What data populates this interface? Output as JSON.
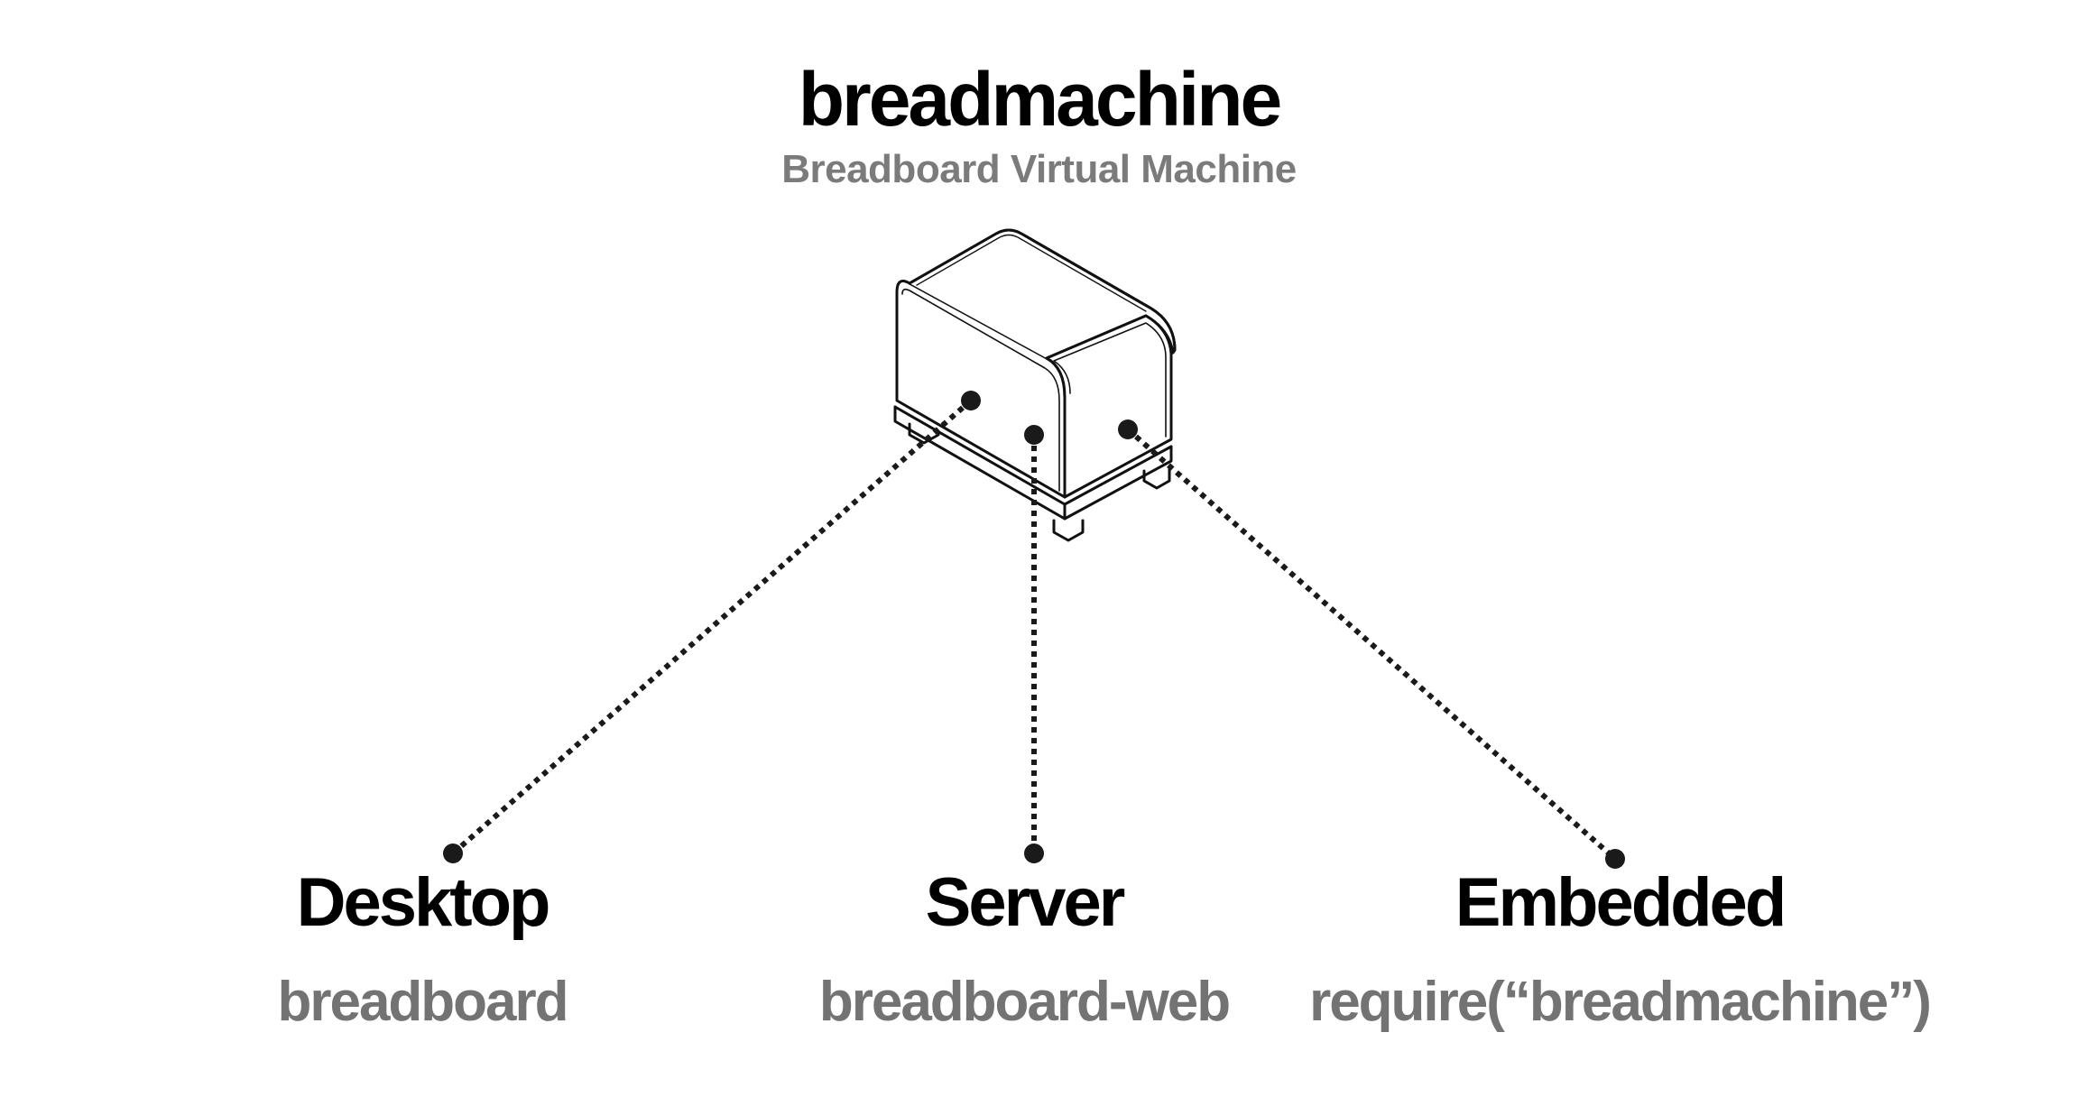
{
  "header": {
    "title": "breadmachine",
    "subtitle": "Breadboard Virtual Machine"
  },
  "targets": [
    {
      "name": "Desktop",
      "detail": "breadboard"
    },
    {
      "name": "Server",
      "detail": "breadboard-web"
    },
    {
      "name": "Embedded",
      "detail": "require(“breadmachine”)"
    }
  ],
  "colors": {
    "title": "#000000",
    "subtitle": "#7b7b7b",
    "connector": "#1a1a1a"
  },
  "icons": {
    "machine": "bread-machine-icon"
  }
}
